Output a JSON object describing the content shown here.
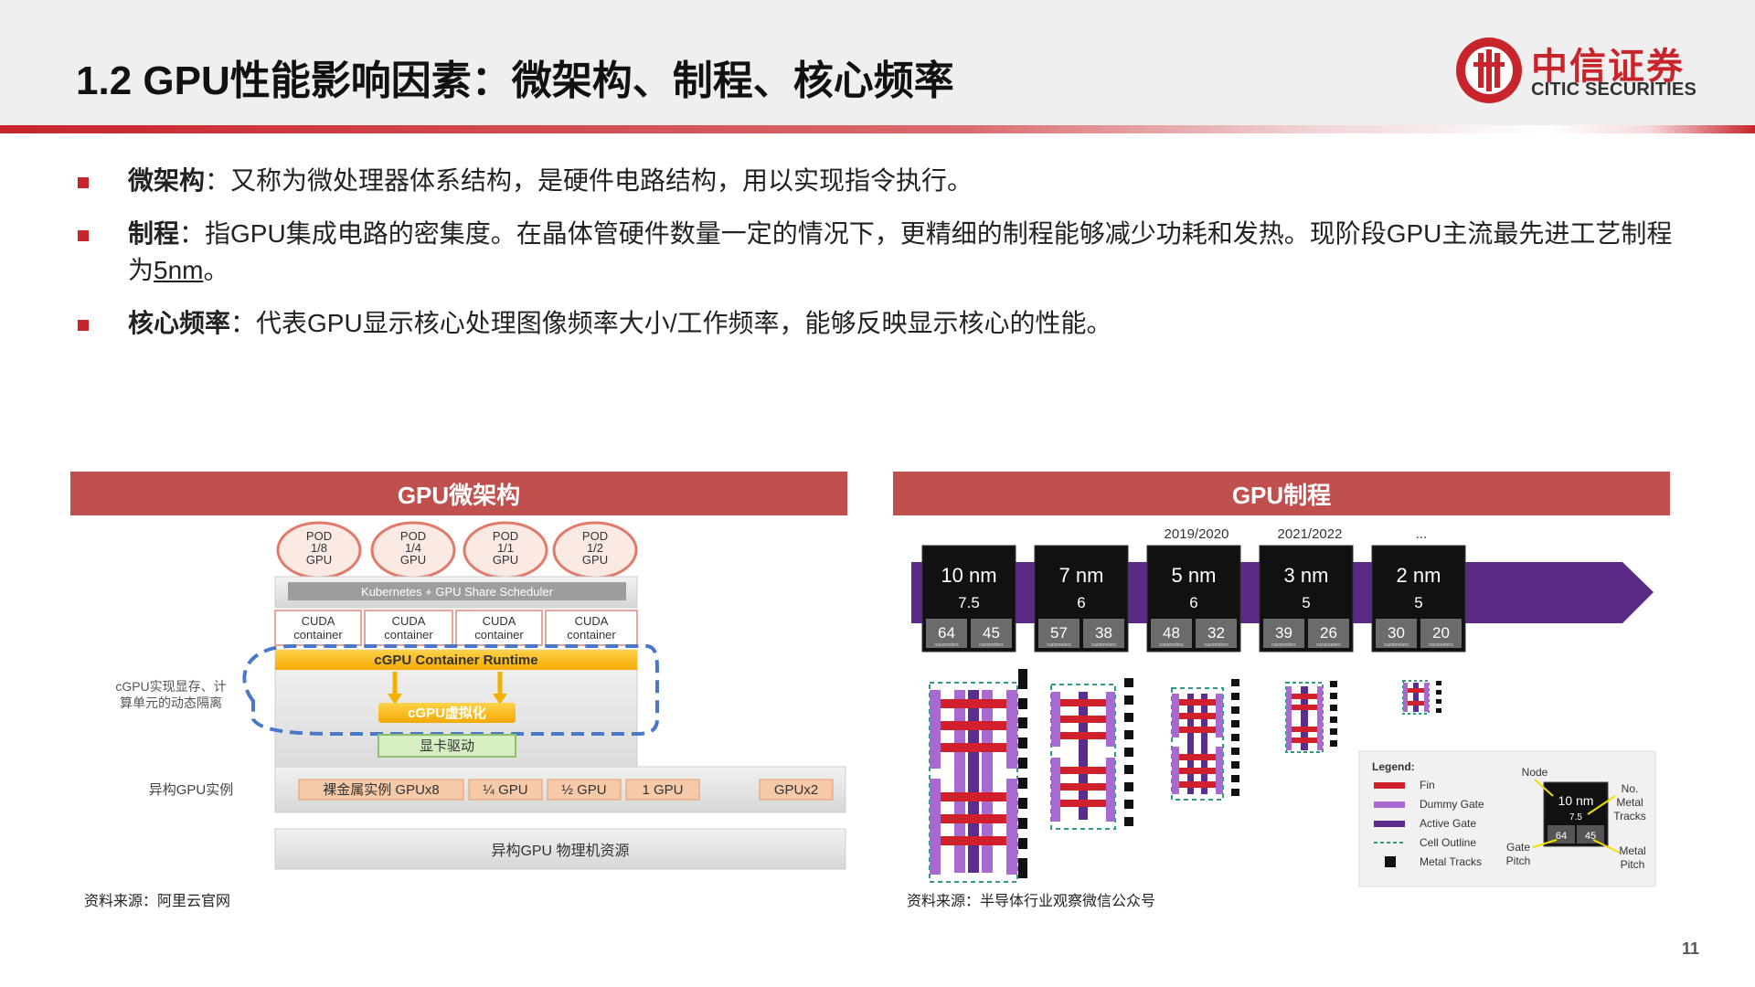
{
  "header": {
    "title": "1.2 GPU性能影响因素：微架构、制程、核心频率"
  },
  "logo": {
    "cn": "中信证券",
    "en": "CITIC SECURITIES"
  },
  "bullets": [
    {
      "term": "微架构",
      "text": "：又称为微处理器体系结构，是硬件电路结构，用以实现指令执行。"
    },
    {
      "term": "制程",
      "text": "：指GPU集成电路的密集度。在晶体管硬件数量一定的情况下，更精细的制程能够减少功耗和发热。现阶段GPU主流最先进工艺制程为",
      "highlight": "5nm",
      "tail": "。"
    },
    {
      "term": "核心频率",
      "text": "：代表GPU显示核心处理图像频率大小/工作频率，能够反映显示核心的性能。"
    }
  ],
  "left_panel": {
    "title": "GPU微架构",
    "pods": [
      "POD\n1/8\nGPU",
      "POD\n1/4\nGPU",
      "POD\n1/1\nGPU",
      "POD\n1/2\nGPU"
    ],
    "scheduler": "Kubernetes + GPU Share Scheduler",
    "cuda_line1": "CUDA",
    "cuda_line2": "container",
    "runtime": "cGPU Container Runtime",
    "virt": "cGPU虚拟化",
    "driver": "显卡驱动",
    "side_note_1": "cGPU实现显存、计",
    "side_note_2": "算单元的动态隔离",
    "instance_label": "异构GPU实例",
    "instances": [
      "裸金属实例 GPUx8",
      "¼ GPU",
      "½ GPU",
      "1 GPU",
      "GPUx2"
    ],
    "resource": "异构GPU 物理机资源",
    "source": "资料来源：阿里云官网"
  },
  "right_panel": {
    "title": "GPU制程",
    "years": [
      "2019/2020",
      "2021/2022",
      "..."
    ],
    "nodes": [
      {
        "node": "10 nm",
        "tracks": "7.5",
        "gate": "64",
        "metal": "45"
      },
      {
        "node": "7 nm",
        "tracks": "6",
        "gate": "57",
        "metal": "38"
      },
      {
        "node": "5 nm",
        "tracks": "6",
        "gate": "48",
        "metal": "32"
      },
      {
        "node": "3 nm",
        "tracks": "5",
        "gate": "39",
        "metal": "26"
      },
      {
        "node": "2 nm",
        "tracks": "5",
        "gate": "30",
        "metal": "20"
      }
    ],
    "unit_small": "nanometers",
    "legend": {
      "title": "Legend:",
      "items": [
        "Fin",
        "Dummy Gate",
        "Active Gate",
        "Cell Outline",
        "Metal Tracks"
      ],
      "node_label": "Node",
      "no_label_1": "No.",
      "no_label_2": "Metal",
      "no_label_3": "Tracks",
      "gate_label_1": "Gate",
      "gate_label_2": "Pitch",
      "metal_label_1": "Metal",
      "metal_label_2": "Pitch",
      "sample_node": "10 nm",
      "sample_tracks": "7.5",
      "sample_gate": "64",
      "sample_metal": "45"
    },
    "source": "资料来源：半导体行业观察微信公众号"
  },
  "page_number": "11",
  "colors": {
    "brand_red": "#c8242b",
    "panel_red": "#c0504d",
    "purple": "#5b2a86",
    "fin_red": "#d0202c",
    "dummy_gate": "#a86ad0",
    "active_gate": "#5b2d8e"
  }
}
